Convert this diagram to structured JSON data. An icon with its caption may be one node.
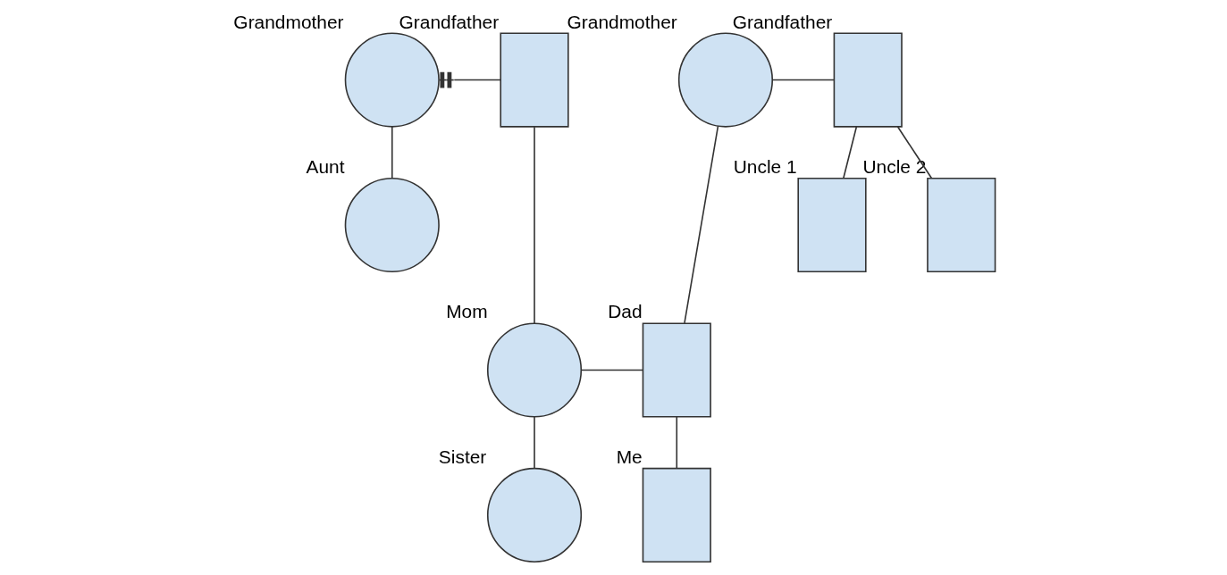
{
  "diagram": {
    "nodes": [
      {
        "text": [],
        "shape": "circle",
        "beside": [
          "Grandmother"
        ]
      },
      {
        "text": [],
        "shape": "box",
        "beside": [
          "Grandfather"
        ]
      },
      {
        "text": [],
        "shape": "circle",
        "beside": [
          "Grandmother"
        ]
      },
      {
        "text": [],
        "shape": "box",
        "beside": [
          "Grandfather"
        ]
      },
      {
        "text": [],
        "shape": "circle",
        "beside": [
          "Aunt"
        ]
      },
      {
        "text": [],
        "shape": "box",
        "beside": [
          "Uncle 1"
        ]
      },
      {
        "text": [],
        "shape": "box",
        "beside": [
          "Uncle 2"
        ]
      },
      {
        "text": [],
        "shape": "circle",
        "beside": [
          "Mom"
        ]
      },
      {
        "text": [],
        "shape": "box",
        "beside": [
          "Dad"
        ]
      },
      {
        "text": [],
        "shape": "circle",
        "beside": [
          "Sister"
        ]
      },
      {
        "text": [],
        "shape": "box",
        "beside": [
          "Me"
        ]
      }
    ],
    "edges": [
      {
        "from": 0,
        "to": 4,
        "arrow": "none"
      },
      {
        "from": 0,
        "to": 1,
        "arrow": "other"
      },
      {
        "from": 1,
        "to": 7,
        "arrow": "none"
      },
      {
        "from": 8,
        "to": 2,
        "arrow": "none"
      },
      {
        "from": 2,
        "to": 3,
        "arrow": "none"
      },
      {
        "from": 3,
        "to": 5,
        "arrow": "none"
      },
      {
        "from": 3,
        "to": 6,
        "arrow": "none"
      },
      {
        "from": 7,
        "to": 8,
        "arrow": "none"
      },
      {
        "from": 7,
        "to": 9,
        "arrow": "none"
      },
      {
        "from": 8,
        "to": 10,
        "arrow": "none"
      }
    ]
  }
}
